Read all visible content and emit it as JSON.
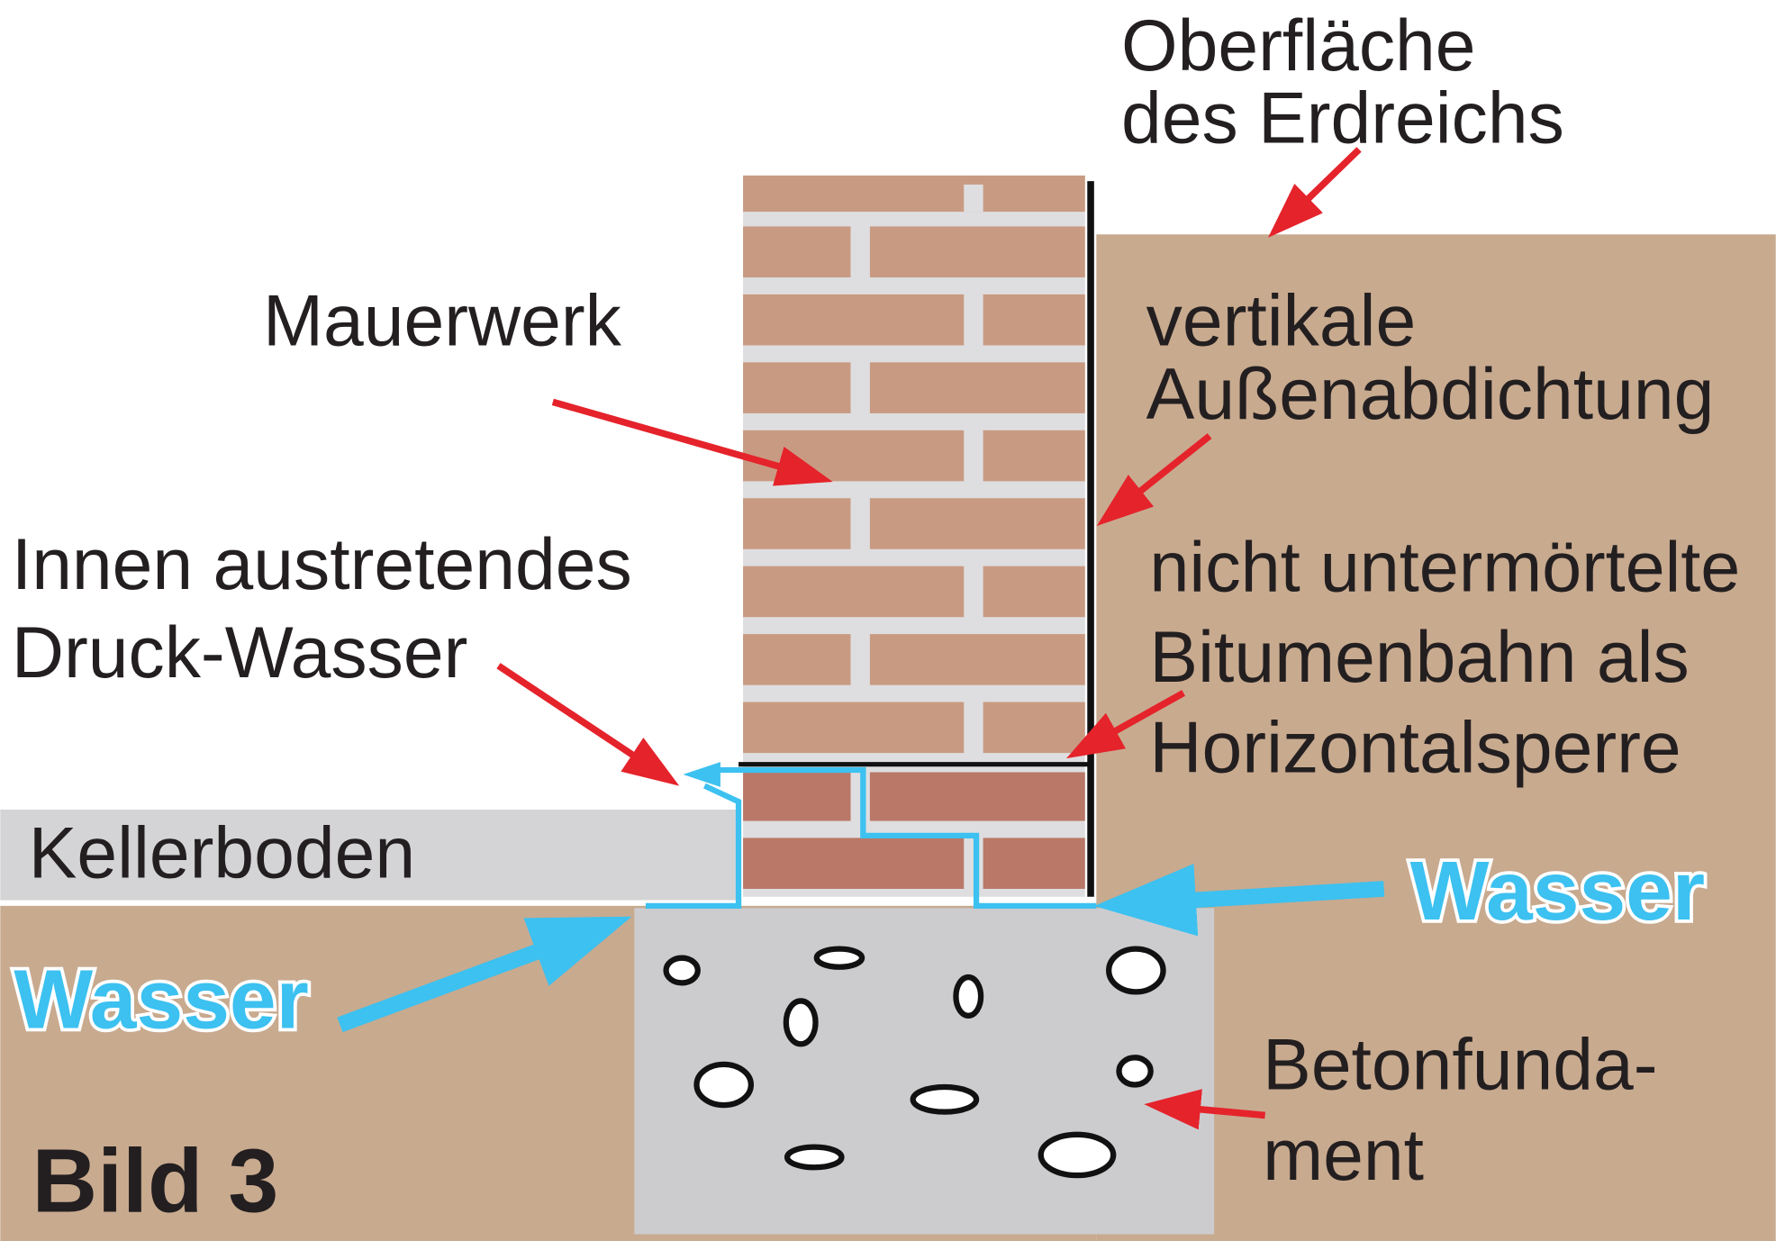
{
  "labels": {
    "surface": [
      "Oberfläche",
      "des Erdreichs"
    ],
    "masonry": "Mauerwerk",
    "vertical_seal": [
      "vertikale",
      "Außenabdichtung"
    ],
    "pressure_water": [
      "Innen austretendes",
      "Druck-Wasser"
    ],
    "horizontal_barrier": [
      "nicht untermörtelte",
      "Bitumenbahn als",
      "Horizontalsperre"
    ],
    "basement_floor": "Kellerboden",
    "water_right": "Wasser",
    "water_left": "Wasser",
    "foundation": [
      "Betonfunda-",
      "ment"
    ],
    "figure_label": "Bild 3"
  },
  "colors": {
    "soil": "#c8aa8f",
    "brick": "#c99a82",
    "brick_lower": "#b97868",
    "mortar": "#dedee0",
    "floor": "#d4d4d6",
    "concrete": "#cccccf",
    "seal_line": "#111111",
    "arrow_red": "#e5232b",
    "water_blue": "#3cc1f0",
    "text": "#231f20",
    "hole_fill": "#ffffff"
  }
}
